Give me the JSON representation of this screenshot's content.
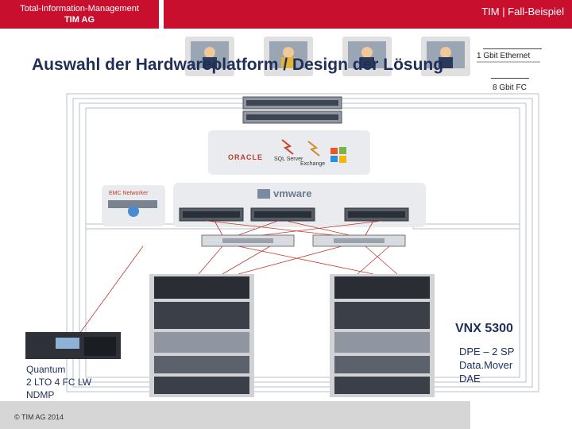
{
  "header": {
    "company_line1": "Total-Information-Management",
    "company_line2": "TIM AG",
    "right_text": "TIM  |  Fall-Beispiel",
    "accent": "#c8102e"
  },
  "title": "Auswahl der Hardwareplatform / Design der Lösung",
  "legend": {
    "ethernet": "1 Gbit Ethernet",
    "fc": "8 Gbit FC"
  },
  "apps": {
    "oracle": "ORACLE",
    "sql": "SQL Server",
    "exchange": "Exchange",
    "windows_icon": "windows-logo-icon"
  },
  "backup": {
    "label": "EMC Networker"
  },
  "virtualization": {
    "label": "vmware"
  },
  "storage": {
    "name": "VNX 5300",
    "details": [
      "DPE – 2 SP",
      "Data.Mover",
      "DAE"
    ]
  },
  "library": {
    "lines": [
      "Quantum",
      "2 LTO 4 FC LW",
      "NDMP"
    ]
  },
  "footer": {
    "text": "© TIM AG 2014"
  }
}
